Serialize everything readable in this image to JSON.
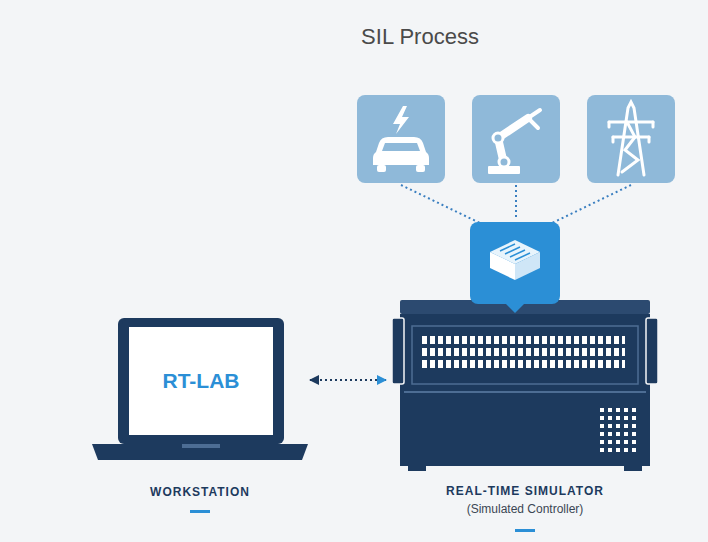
{
  "diagram": {
    "title": "SIL Process",
    "nodes": [
      {
        "text": [
          "WORKSTATION"
        ]
      },
      {
        "text": [
          "RT-LAB"
        ],
        "in": 0
      },
      {
        "text": [
          "REAL-TIME SIMULATOR",
          "(Simulated Controller)"
        ]
      }
    ],
    "edges": [
      {
        "from": 0,
        "to": 2,
        "arrow": "both"
      }
    ]
  }
}
